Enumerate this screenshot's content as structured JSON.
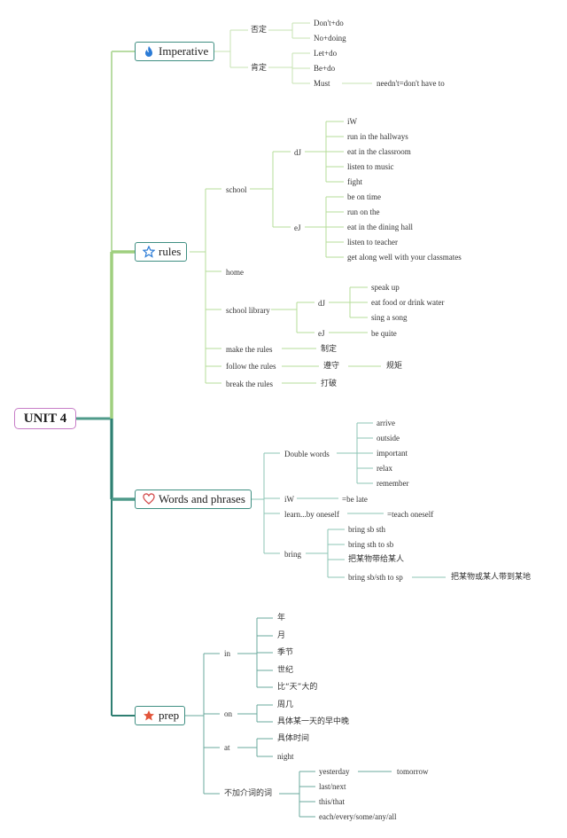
{
  "root": {
    "label": "UNIT 4"
  },
  "branches": {
    "imperative": {
      "label": "Imperative",
      "icon": "flame-icon"
    },
    "rules": {
      "label": "rules",
      "icon": "star-outline-icon"
    },
    "words": {
      "label": "Words and phrases",
      "icon": "heart-outline-icon"
    },
    "prep": {
      "label": "prep",
      "icon": "star-filled-icon"
    }
  },
  "imperative": {
    "neg": "否定",
    "neg_items": [
      "Don't+do",
      "No+doing"
    ],
    "pos": "肯定",
    "pos_items": [
      "Let+do",
      "Be+do",
      "Must"
    ],
    "must_note": "needn't=don't have to"
  },
  "rules": {
    "school": "school",
    "school_dj": "dJ",
    "school_dj_items": [
      "iW",
      "run in the hallways",
      "eat in the classroom",
      "listen to music",
      "fight"
    ],
    "school_ej": "eJ",
    "school_ej_items": [
      "be on time",
      "run on the",
      "eat in the dining hall",
      "listen to teacher",
      "get along well with your classmates"
    ],
    "home": "home",
    "library": "school library",
    "lib_dj": "dJ",
    "lib_dj_items": [
      "speak up",
      "eat food or drink water",
      "sing a song"
    ],
    "lib_ej": "eJ",
    "lib_ej_items": [
      "be quite"
    ],
    "make": "make the rules",
    "make_cn": "制定",
    "follow": "follow the rules",
    "follow_cn": "遵守",
    "follow_note": "规矩",
    "break": "break the rules",
    "break_cn": "打破"
  },
  "words": {
    "double": "Double words",
    "double_items": [
      "arrive",
      "outside",
      "important",
      "relax",
      "remember"
    ],
    "iw": "iW",
    "iw_note": "=be late",
    "learn": "learn...by oneself",
    "learn_note": "=teach oneself",
    "bring": "bring",
    "bring_items": [
      "bring sb sth",
      "bring sth to sb",
      "把某物带给某人",
      "bring sb/sth to sp"
    ],
    "bring_note": "把某物或某人带到某地"
  },
  "prep": {
    "in": "in",
    "in_items": [
      "年",
      "月",
      "季节",
      "世纪",
      "比“天”大的"
    ],
    "on": "on",
    "on_items": [
      "周几",
      "具体某一天的早中晚"
    ],
    "at": "at",
    "at_items": [
      "具体时间",
      "night"
    ],
    "none": "不加介词的词",
    "none_items": [
      "yesterday",
      "last/next",
      "this/that",
      "each/every/some/any/all"
    ],
    "yesterday_note": "tomorrow"
  },
  "colors": {
    "imperative_link": "#b9dca4",
    "rules_link": "#9fcf7f",
    "words_link": "#4f9a8a",
    "prep_link": "#2f7f72",
    "node_border": "#3f8f82",
    "root_border": "#c77dc7"
  }
}
